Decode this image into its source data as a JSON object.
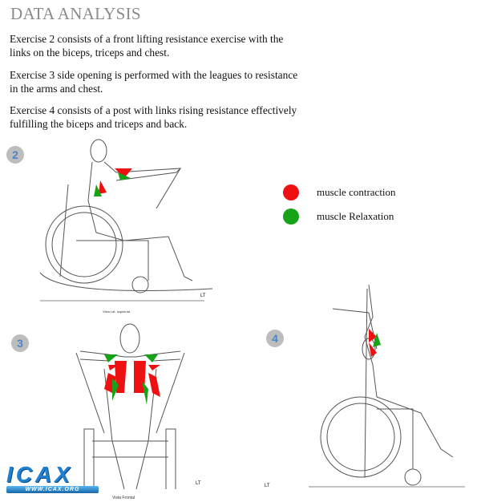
{
  "title": "DATA ANALYSIS",
  "paragraphs": [
    "Exercise 2 consists of a front lifting resistance exercise with the links on the biceps, triceps and chest.",
    "Exercise 3 side opening is performed with the leagues to resistance in the arms and chest.",
    " Exercise 4 consists of a post with links rising resistance effectively fulfilling the biceps and triceps and back."
  ],
  "figures": [
    {
      "number": "2",
      "caption": "Vista Lat. Izquierda",
      "mark": "LT"
    },
    {
      "number": "3",
      "caption": "Vista Frontal",
      "mark": "LT"
    },
    {
      "number": "4",
      "mark": "LT"
    }
  ],
  "legend": [
    {
      "label": "muscle contraction",
      "color": "#ee1111"
    },
    {
      "label": "muscle Relaxation",
      "color": "#17a317"
    }
  ],
  "logo": {
    "text": "ICAX",
    "url_text": "WWW.ICAX.ORG"
  }
}
